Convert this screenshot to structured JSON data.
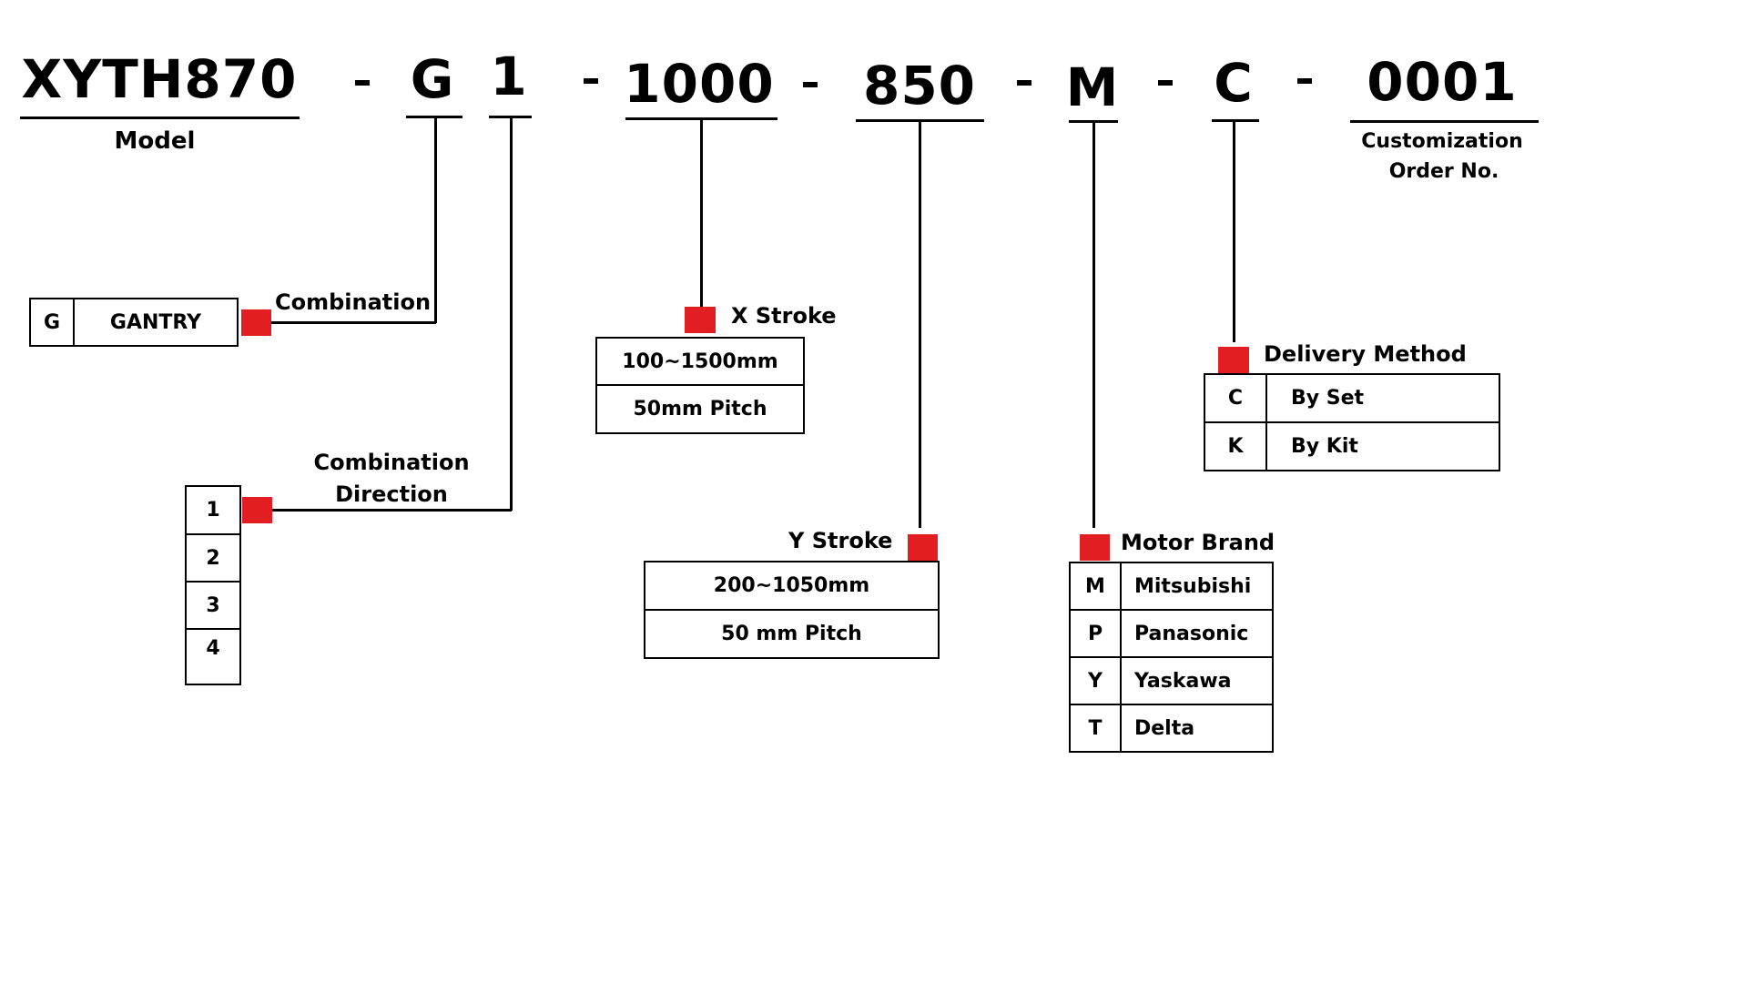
{
  "colors": {
    "marker": "#e31e22",
    "line": "#000000",
    "background": "#ffffff"
  },
  "code_segments": {
    "model": "XYTH870",
    "combination": "G",
    "direction": "1",
    "x_stroke": "1000",
    "y_stroke": "850",
    "motor": "M",
    "delivery": "C",
    "order_no": "0001",
    "separator": "-"
  },
  "captions": {
    "model": "Model",
    "order_no_line1": "Customization",
    "order_no_line2": "Order No."
  },
  "combination": {
    "title": "Combination",
    "options": [
      {
        "code": "G",
        "label": "GANTRY"
      }
    ]
  },
  "direction": {
    "title_line1": "Combination",
    "title_line2": "Direction",
    "options": [
      "1",
      "2",
      "3",
      "4"
    ]
  },
  "x_stroke": {
    "title": "X Stroke",
    "rows": [
      "100~1500mm",
      "50mm Pitch"
    ]
  },
  "y_stroke": {
    "title": "Y Stroke",
    "rows": [
      "200~1050mm",
      "50 mm Pitch"
    ]
  },
  "motor_brand": {
    "title": "Motor Brand",
    "options": [
      {
        "code": "M",
        "label": "Mitsubishi"
      },
      {
        "code": "P",
        "label": "Panasonic"
      },
      {
        "code": "Y",
        "label": "Yaskawa"
      },
      {
        "code": "T",
        "label": "Delta"
      }
    ]
  },
  "delivery_method": {
    "title": "Delivery Method",
    "options": [
      {
        "code": "C",
        "label": "By Set"
      },
      {
        "code": "K",
        "label": "By Kit"
      }
    ]
  }
}
